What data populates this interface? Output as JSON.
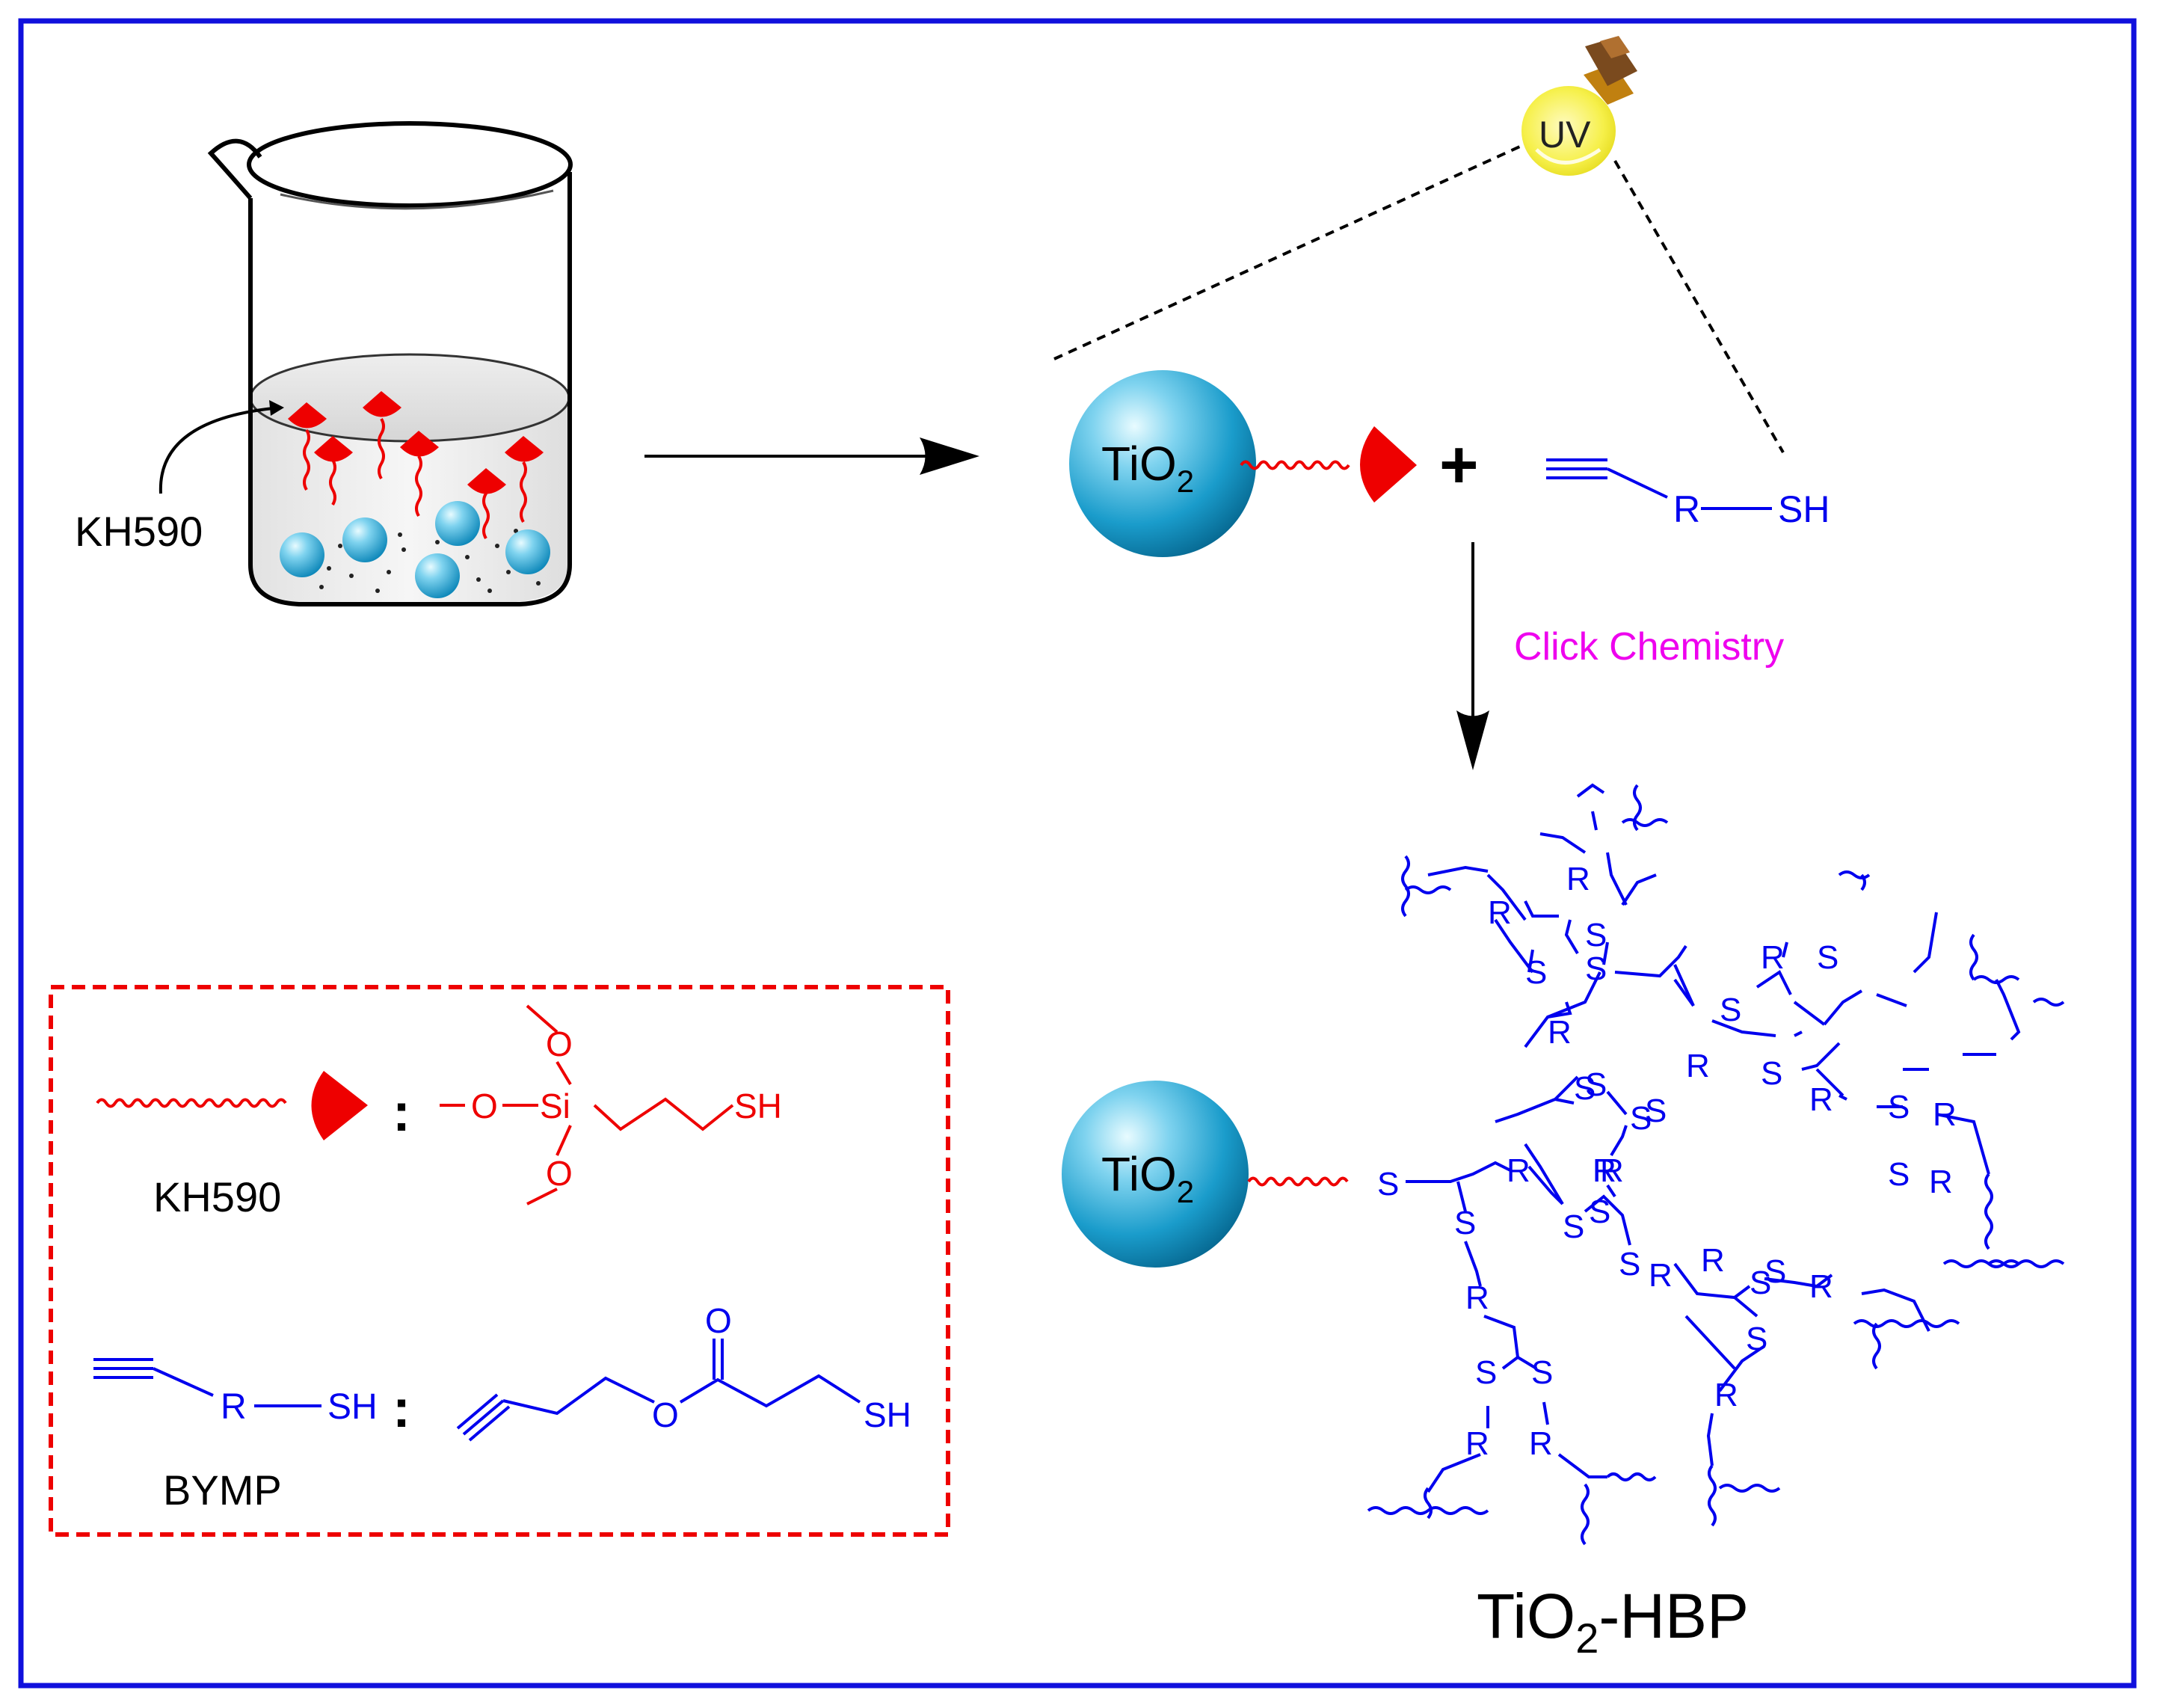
{
  "labels": {
    "kh590_beaker": "KH590",
    "uv": "UV",
    "tio2_main": "TiO",
    "tio2_main_sub": "2",
    "plus": "+",
    "reagent_r": "R",
    "reagent_sh": "SH",
    "click": "Click Chemistry",
    "tio2_product": "TiO",
    "tio2_product_sub": "2",
    "product_title": "TiO",
    "product_title_sub": "2",
    "product_title_suffix": "-HBP"
  },
  "legend": {
    "kh590_name": "KH590",
    "kh590_o1": "O",
    "kh590_o2": "O",
    "kh590_o3": "O",
    "kh590_si": "Si",
    "kh590_sh": "SH",
    "bymp_name": "BYMP",
    "bymp_r": "R",
    "bymp_sh": "SH",
    "bymp_o_carbonyl": "O",
    "bymp_o_ester": "O",
    "bymp_sh2": "SH",
    "separator": ":"
  },
  "hbp": {
    "s": "S",
    "r": "R"
  },
  "colors": {
    "frame": "#1010dd",
    "reagent": "#0000ee",
    "silane": "#ee0000",
    "click_text": "#ee00ee",
    "sphere_light": "#bfeeff",
    "sphere_dark": "#0b86b8",
    "bulb": "#f4ee3a",
    "bulb_cap": "#7a4a1e"
  }
}
